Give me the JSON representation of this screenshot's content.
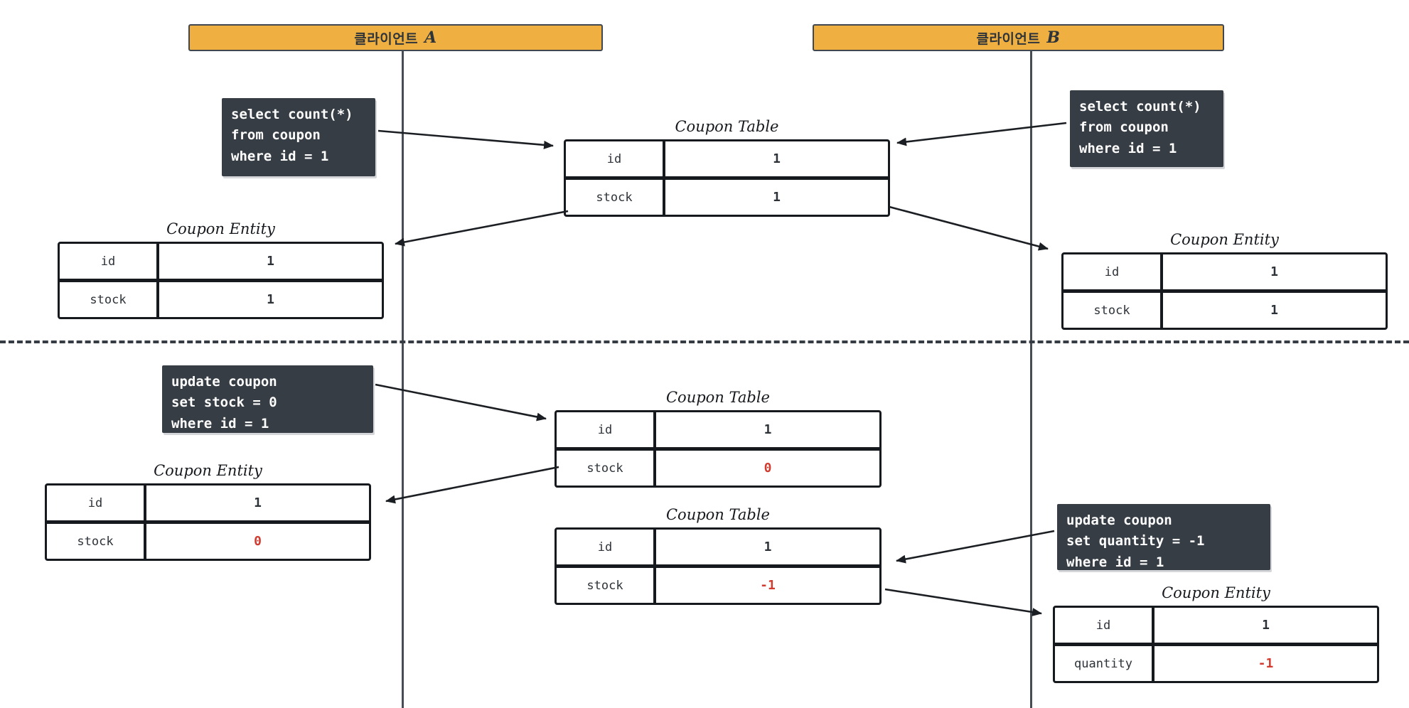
{
  "diagram": {
    "clients": [
      {
        "label": "클라이언트",
        "name": "A"
      },
      {
        "label": "클라이언트",
        "name": "B"
      }
    ],
    "queries": {
      "select_a": "select count(*)\nfrom coupon\nwhere id = 1",
      "select_b": "select count(*)\nfrom coupon\nwhere id = 1",
      "update_a": "update coupon\nset stock = 0\nwhere id = 1",
      "update_b": "update coupon\nset quantity = -1\nwhere id = 1"
    },
    "tables": [
      {
        "title": "Coupon Table",
        "rows": [
          {
            "key": "id",
            "value": "1",
            "value_color": "#2c3238"
          },
          {
            "key": "stock",
            "value": "1",
            "value_color": "#2c3238"
          }
        ]
      },
      {
        "title": "Coupon Entity",
        "rows": [
          {
            "key": "id",
            "value": "1",
            "value_color": "#2c3238"
          },
          {
            "key": "stock",
            "value": "1",
            "value_color": "#2c3238"
          }
        ]
      },
      {
        "title": "Coupon Entity",
        "rows": [
          {
            "key": "id",
            "value": "1",
            "value_color": "#2c3238"
          },
          {
            "key": "stock",
            "value": "1",
            "value_color": "#2c3238"
          }
        ]
      },
      {
        "title": "Coupon Table",
        "rows": [
          {
            "key": "id",
            "value": "1",
            "value_color": "#2c3238"
          },
          {
            "key": "stock",
            "value": "0",
            "value_color": "#d13c30"
          }
        ]
      },
      {
        "title": "Coupon Entity",
        "rows": [
          {
            "key": "id",
            "value": "1",
            "value_color": "#2c3238"
          },
          {
            "key": "stock",
            "value": "0",
            "value_color": "#d13c30"
          }
        ]
      },
      {
        "title": "Coupon Table",
        "rows": [
          {
            "key": "id",
            "value": "1",
            "value_color": "#2c3238"
          },
          {
            "key": "stock",
            "value": "-1",
            "value_color": "#d13c30"
          }
        ]
      },
      {
        "title": "Coupon Entity",
        "rows": [
          {
            "key": "id",
            "value": "1",
            "value_color": "#2c3238"
          },
          {
            "key": "quantity",
            "value": "-1",
            "value_color": "#d13c30"
          }
        ]
      }
    ],
    "colors": {
      "client_header": "#efb041",
      "header_border": "#40474e",
      "code_background": "#363d45",
      "code_text": "#ffffff",
      "table_border": "#16191d",
      "text": "#2c3238",
      "highlight_red": "#d13c30",
      "lifeline": "#474d54"
    }
  }
}
